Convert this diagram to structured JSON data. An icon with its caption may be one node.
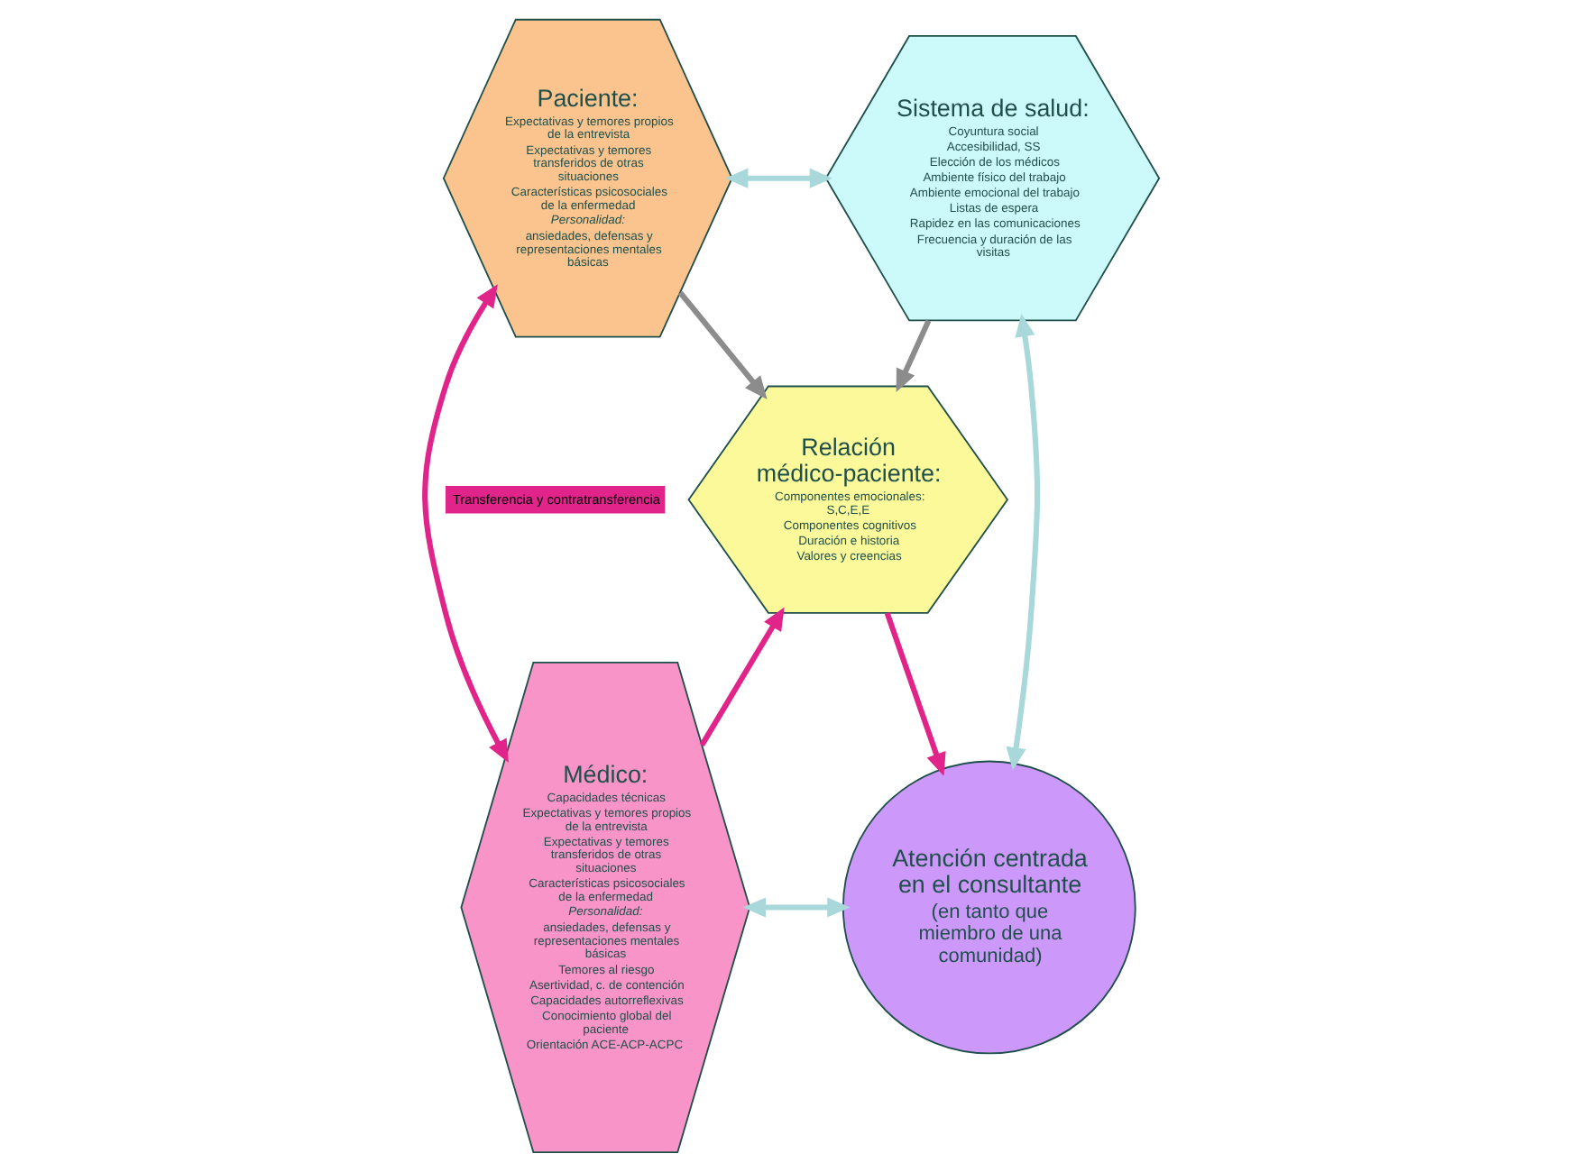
{
  "diagram": {
    "nodes": [
      {
        "text": [
          "Paciente:",
          "Expectativas y temores propios de la entrevista",
          "Expectativas y temores transferidos de otras situaciones",
          "Características psicosociales de la enfermedad",
          "Personalidad:",
          "ansiedades, defensas y representaciones mentales básicas"
        ]
      },
      {
        "text": [
          "Sistema de salud:",
          "Coyuntura social",
          "Accesibilidad, SS",
          "Elección de los médicos",
          "Ambiente físico del trabajo",
          "Ambiente emocional del trabajo",
          "Listas de espera",
          "Rapidez en las comunicaciones",
          "Frecuencia y duración de las visitas"
        ]
      },
      {
        "text": [
          "Relación médico-paciente:",
          "Componentes emocionales: S,C,E,E",
          "Componentes cognitivos",
          "Duración e historia",
          "Valores y creencias"
        ]
      },
      {
        "text": [
          "Médico:",
          "Capacidades técnicas",
          "Expectativas y temores propios de la entrevista",
          "Expectativas y temores transferidos de otras situaciones",
          "Características psicosociales de la enfermedad",
          "Personalidad:",
          "ansiedades, defensas y representaciones mentales básicas",
          "Temores al riesgo",
          "Asertividad, c. de contención",
          "Capacidades autorreflexivas",
          "Conocimiento global del paciente",
          "Orientación ACE-ACP-ACPC"
        ]
      },
      {
        "text": [
          "Atención centrada en el consultante",
          "(en tanto que miembro de una comunidad)"
        ]
      }
    ],
    "edges": [
      {
        "from": 0,
        "to": 1,
        "arrow": "both"
      },
      {
        "from": 0,
        "to": 2,
        "arrow": "to",
        "color": "#8c8c8c"
      },
      {
        "from": 1,
        "to": 2,
        "arrow": "to",
        "color": "#8c8c8c"
      },
      {
        "from": 0,
        "to": 3,
        "arrow": "both",
        "label": "Transferencia y contratransferencia",
        "color": "#e0248a"
      },
      {
        "from": 1,
        "to": 4,
        "arrow": "both"
      },
      {
        "from": 3,
        "to": 2,
        "arrow": "to",
        "color": "#e0248a"
      },
      {
        "from": 2,
        "to": 4,
        "arrow": "to",
        "color": "#e0248a"
      },
      {
        "from": 3,
        "to": 4,
        "arrow": "both"
      }
    ]
  }
}
